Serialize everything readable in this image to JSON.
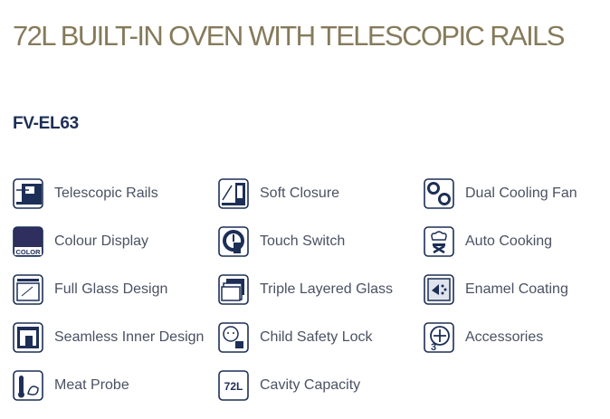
{
  "title": "72L BUILT-IN OVEN WITH TELESCOPIC RAILS",
  "model": "FV-EL63",
  "colors": {
    "title": "#857a5a",
    "model": "#1d2f56",
    "icon": "#1d2f56",
    "label": "#4b5163"
  },
  "features": [
    {
      "label": "Telescopic Rails",
      "icon": "telescopic-rails-icon"
    },
    {
      "label": "Soft Closure",
      "icon": "soft-closure-icon"
    },
    {
      "label": "Dual Cooling Fan",
      "icon": "dual-fan-icon"
    },
    {
      "label": "Colour Display",
      "icon": "colour-display-icon",
      "icon_text": "COLOR"
    },
    {
      "label": "Touch Switch",
      "icon": "touch-switch-icon"
    },
    {
      "label": "Auto Cooking",
      "icon": "chef-hat-icon"
    },
    {
      "label": "Full Glass Design",
      "icon": "full-glass-icon"
    },
    {
      "label": "Triple Layered Glass",
      "icon": "triple-glass-icon"
    },
    {
      "label": "Enamel Coating",
      "icon": "enamel-coating-icon"
    },
    {
      "label": "Seamless Inner Design",
      "icon": "seamless-inner-icon"
    },
    {
      "label": "Child Safety Lock",
      "icon": "child-lock-icon"
    },
    {
      "label": "Accessories",
      "icon": "accessories-icon",
      "icon_text": "3"
    },
    {
      "label": "Meat Probe",
      "icon": "meat-probe-icon"
    },
    {
      "label": "Cavity Capacity",
      "icon": "capacity-icon",
      "icon_text": "72L"
    }
  ]
}
